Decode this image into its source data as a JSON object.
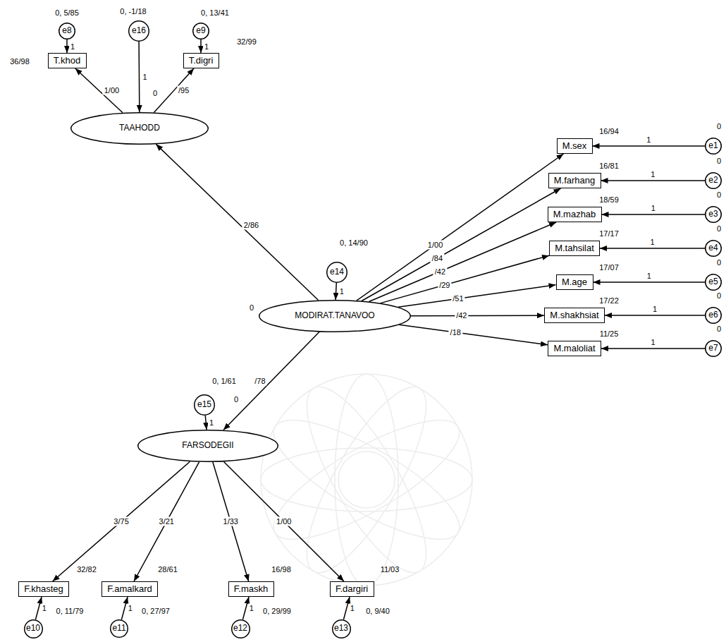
{
  "diagram": {
    "nodes": [
      {
        "text": [
          "e8",
          "0, 5/85"
        ]
      },
      {
        "text": [
          "e16",
          "0, -1/18"
        ]
      },
      {
        "text": [
          "e9",
          "0, 13/41"
        ]
      },
      {
        "text": [
          "T.khod",
          "36/98"
        ]
      },
      {
        "text": [
          "T.digri",
          "32/99"
        ]
      },
      {
        "text": [
          "TAAHODD",
          "0"
        ]
      },
      {
        "text": [
          "M.sex",
          "16/94"
        ]
      },
      {
        "text": [
          "e1",
          "0"
        ]
      },
      {
        "text": [
          "M.farhang",
          "16/81"
        ]
      },
      {
        "text": [
          "e2",
          "0"
        ]
      },
      {
        "text": [
          "M.mazhab",
          "18/59"
        ]
      },
      {
        "text": [
          "e3",
          "0"
        ]
      },
      {
        "text": [
          "e14",
          "0, 14/90"
        ]
      },
      {
        "text": [
          "MODIRAT.TANAVOO",
          "0"
        ]
      },
      {
        "text": [
          "M.tahsilat",
          "17/17"
        ]
      },
      {
        "text": [
          "e4",
          "0"
        ]
      },
      {
        "text": [
          "M.age",
          "17/07"
        ]
      },
      {
        "text": [
          "e5",
          "0"
        ]
      },
      {
        "text": [
          "M.shakhsiat",
          "17/22"
        ]
      },
      {
        "text": [
          "e6",
          "0"
        ]
      },
      {
        "text": [
          "M.maloliat",
          "11/25"
        ]
      },
      {
        "text": [
          "e7",
          "0"
        ]
      },
      {
        "text": [
          "e15",
          "0, 1/61"
        ]
      },
      {
        "text": [
          "FARSODEGII",
          "0"
        ]
      },
      {
        "text": [
          "F.khasteg",
          "32/82"
        ]
      },
      {
        "text": [
          "F.amalkard",
          "28/61"
        ]
      },
      {
        "text": [
          "F.maskh",
          "16/98"
        ]
      },
      {
        "text": [
          "F.dargiri",
          "11/03"
        ]
      },
      {
        "text": [
          "e10",
          "0, 11/79"
        ]
      },
      {
        "text": [
          "e11",
          "0, 27/97"
        ]
      },
      {
        "text": [
          "e12",
          "0, 29/99"
        ]
      },
      {
        "text": [
          "e13",
          "0, 9/40"
        ]
      }
    ],
    "edges": [
      {
        "from": 0,
        "to": 3,
        "label": "1",
        "arrow": "to"
      },
      {
        "from": 1,
        "to": 5,
        "label": "1",
        "arrow": "to"
      },
      {
        "from": 2,
        "to": 4,
        "label": "1",
        "arrow": "to"
      },
      {
        "from": 5,
        "to": 3,
        "label": "1/00",
        "arrow": "to"
      },
      {
        "from": 5,
        "to": 4,
        "label": "/95",
        "arrow": "to"
      },
      {
        "from": 13,
        "to": 5,
        "label": "2/86",
        "arrow": "to"
      },
      {
        "from": 12,
        "to": 13,
        "label": "1",
        "arrow": "to"
      },
      {
        "from": 13,
        "to": 6,
        "label": "1/00",
        "arrow": "to"
      },
      {
        "from": 13,
        "to": 8,
        "label": "/84",
        "arrow": "to"
      },
      {
        "from": 13,
        "to": 10,
        "label": "/42",
        "arrow": "to"
      },
      {
        "from": 13,
        "to": 14,
        "label": "/29",
        "arrow": "to"
      },
      {
        "from": 13,
        "to": 16,
        "label": "/51",
        "arrow": "to"
      },
      {
        "from": 13,
        "to": 18,
        "label": "/42",
        "arrow": "to"
      },
      {
        "from": 13,
        "to": 20,
        "label": "/18",
        "arrow": "to"
      },
      {
        "from": 7,
        "to": 6,
        "label": "1",
        "arrow": "to"
      },
      {
        "from": 9,
        "to": 8,
        "label": "1",
        "arrow": "to"
      },
      {
        "from": 11,
        "to": 10,
        "label": "1",
        "arrow": "to"
      },
      {
        "from": 15,
        "to": 14,
        "label": "1",
        "arrow": "to"
      },
      {
        "from": 17,
        "to": 16,
        "label": "1",
        "arrow": "to"
      },
      {
        "from": 19,
        "to": 18,
        "label": "1",
        "arrow": "to"
      },
      {
        "from": 21,
        "to": 20,
        "label": "1",
        "arrow": "to"
      },
      {
        "from": 13,
        "to": 23,
        "label": "/78",
        "arrow": "to"
      },
      {
        "from": 22,
        "to": 23,
        "label": "1",
        "arrow": "to"
      },
      {
        "from": 23,
        "to": 24,
        "label": "3/75",
        "arrow": "to"
      },
      {
        "from": 23,
        "to": 25,
        "label": "3/21",
        "arrow": "to"
      },
      {
        "from": 23,
        "to": 26,
        "label": "1/33",
        "arrow": "to"
      },
      {
        "from": 23,
        "to": 27,
        "label": "1/00",
        "arrow": "to"
      },
      {
        "from": 28,
        "to": 24,
        "label": "1",
        "arrow": "to"
      },
      {
        "from": 29,
        "to": 25,
        "label": "1",
        "arrow": "to"
      },
      {
        "from": 30,
        "to": 26,
        "label": "1",
        "arrow": "to"
      },
      {
        "from": 31,
        "to": 27,
        "label": "1",
        "arrow": "to"
      }
    ]
  }
}
